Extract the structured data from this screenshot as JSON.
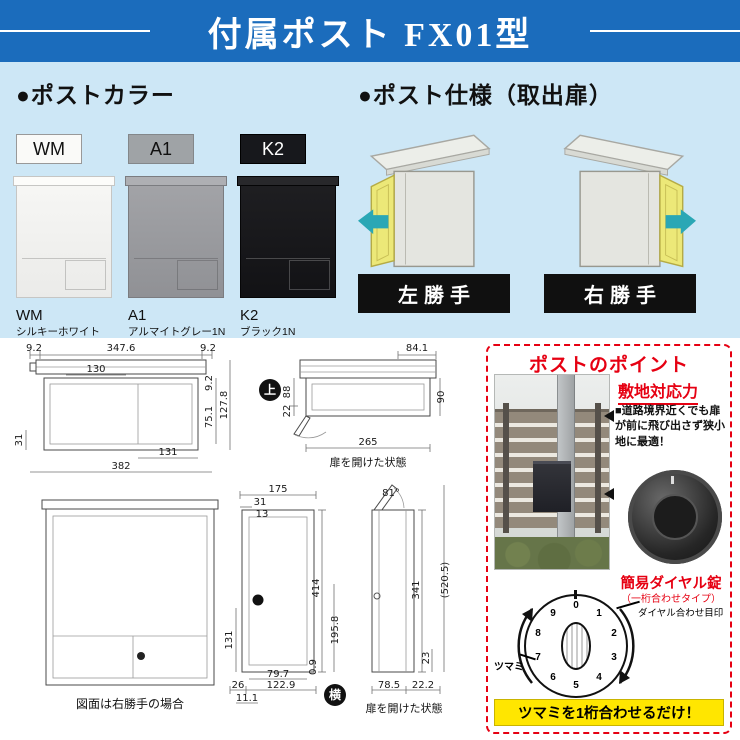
{
  "header": {
    "title": "付属ポスト FX01型"
  },
  "colors": {
    "title": "●ポストカラー",
    "items": [
      {
        "code": "WM",
        "name": "シルキーホワイト",
        "hex": "#f5f5f3"
      },
      {
        "code": "A1",
        "name": "アルマイトグレー1N",
        "hex": "#9b9ca0"
      },
      {
        "code": "K2",
        "name": "ブラック1N",
        "hex": "#1a1b1d"
      }
    ]
  },
  "spec": {
    "title": "●ポスト仕様（取出扉）",
    "items": [
      {
        "label": "左勝手"
      },
      {
        "label": "右勝手"
      }
    ]
  },
  "drawings": {
    "plan_left": {
      "top_left": "9.2",
      "top_width": "347.6",
      "top_right": "9.2",
      "inner_width": "130",
      "side_small": "9.2",
      "total_depth": "127.8",
      "inner_depth": "75.1",
      "left_depth": "31",
      "inner_bottom": "131",
      "bottom_width": "382"
    },
    "plan_right": {
      "door_proj": "84.1",
      "left_top": "88",
      "left_bottom": "22",
      "right_side": "90",
      "bottom_width": "265",
      "caption": "扉を開けた状態",
      "mark": "上"
    },
    "front_view": {
      "caption": "図面は右勝手の場合"
    },
    "door_view": {
      "top_width": "175",
      "off1": "31",
      "off2": "13",
      "left_lower": "131",
      "right_full": "414",
      "right_lower": "195.8",
      "door_width": "79.7",
      "bottom_width": "122.9",
      "bottom_left": "26",
      "bottom_small": "11.1",
      "gap": "0.9",
      "mark": "横"
    },
    "side_view": {
      "angle": "81°",
      "height": "341",
      "total_height": "(520.5)",
      "bottom_right_small": "23",
      "bottom_left": "78.5",
      "bottom_right": "22.2",
      "caption": "扉を開けた状態"
    }
  },
  "points": {
    "title": "ポストのポイント",
    "feature_title": "敷地対応力",
    "feature_text": "■道路境界近くでも扉が前に飛び出さず狭小地に最適！",
    "lock_title": "簡易ダイヤル錠",
    "lock_sub": "（一桁合わせタイプ）",
    "dial_mark_label": "ダイヤル合わせ目印",
    "knob_label": "ツマミ",
    "highlight": "ツマミを1桁合わせるだけ！",
    "dial_digits": [
      "0",
      "1",
      "2",
      "3",
      "4",
      "5",
      "6",
      "7",
      "8",
      "9"
    ]
  },
  "theme": {
    "header_bg": "#1b6cbc",
    "section_bg": "#cde7f6",
    "accent_red": "#e60012",
    "highlight_yellow": "#ffe600",
    "teal": "#2aa7b5",
    "door_yellow": "#ece878",
    "bar_black": "#101010"
  }
}
